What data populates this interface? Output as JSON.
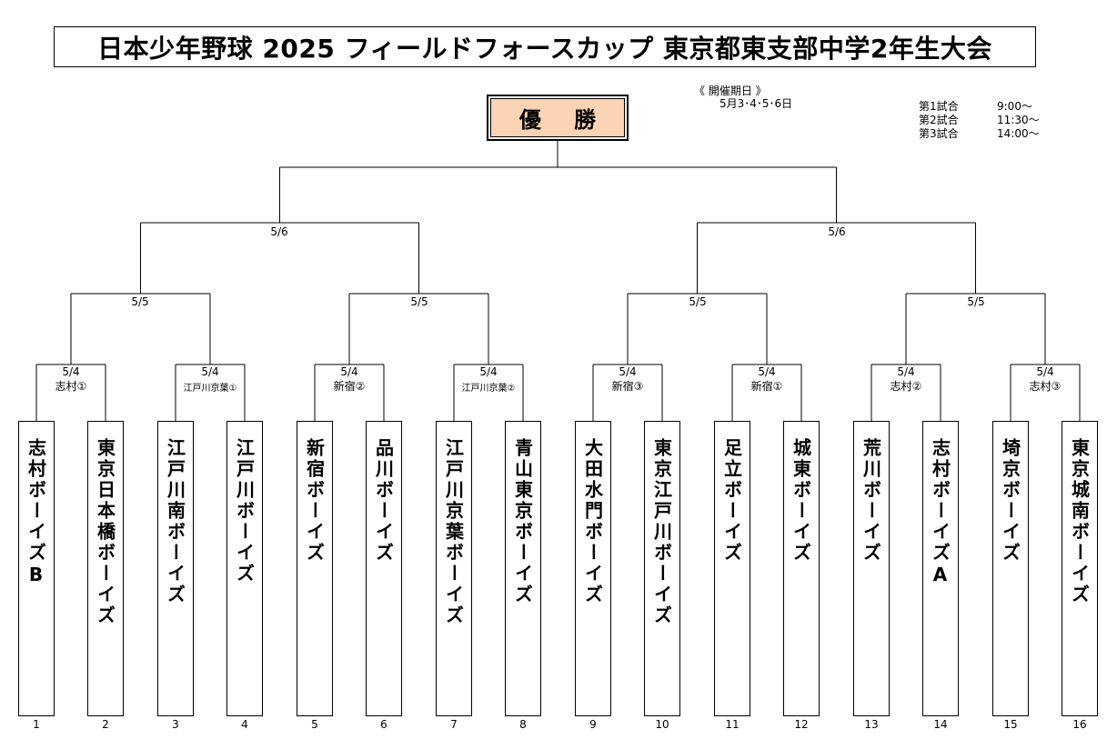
{
  "title": "日本少年野球 2025 フィールドフォースカップ 東京都東支部中学2年生大会",
  "champion_label": "優 勝",
  "period": {
    "label": "《 開催期日 》",
    "dates": "5月3･4･5･6日"
  },
  "schedule": [
    {
      "label": "第1試合",
      "time": "9:00～"
    },
    {
      "label": "第2試合",
      "time": "11:30～"
    },
    {
      "label": "第3試合",
      "time": "14:00～"
    }
  ],
  "semifinal_dates": [
    "5/6",
    "5/6"
  ],
  "quarterfinal_dates": [
    "5/5",
    "5/5",
    "5/5",
    "5/5"
  ],
  "first_round": [
    {
      "date": "5/4",
      "venue": "志村①"
    },
    {
      "date": "5/4",
      "venue": "江戸川京葉①"
    },
    {
      "date": "5/4",
      "venue": "新宿②"
    },
    {
      "date": "5/4",
      "venue": "江戸川京葉②"
    },
    {
      "date": "5/4",
      "venue": "新宿③"
    },
    {
      "date": "5/4",
      "venue": "新宿①"
    },
    {
      "date": "5/4",
      "venue": "志村②"
    },
    {
      "date": "5/4",
      "venue": "志村③"
    }
  ],
  "teams": [
    {
      "num": "1",
      "name": "志村ボーイズB"
    },
    {
      "num": "2",
      "name": "東京日本橋ボーイズ"
    },
    {
      "num": "3",
      "name": "江戸川南ボーイズ"
    },
    {
      "num": "4",
      "name": "江戸川ボーイズ"
    },
    {
      "num": "5",
      "name": "新宿ボーイズ"
    },
    {
      "num": "6",
      "name": "品川ボーイズ"
    },
    {
      "num": "7",
      "name": "江戸川京葉ボーイズ"
    },
    {
      "num": "8",
      "name": "青山東京ボーイズ"
    },
    {
      "num": "9",
      "name": "大田水門ボーイズ"
    },
    {
      "num": "10",
      "name": "東京江戸川ボーイズ"
    },
    {
      "num": "11",
      "name": "足立ボーイズ"
    },
    {
      "num": "12",
      "name": "城東ボーイズ"
    },
    {
      "num": "13",
      "name": "荒川ボーイズ"
    },
    {
      "num": "14",
      "name": "志村ボーイズA"
    },
    {
      "num": "15",
      "name": "埼京ボーイズ"
    },
    {
      "num": "16",
      "name": "東京城南ボーイズ"
    }
  ],
  "colors": {
    "champion_fill": "#fbd4b4",
    "line": "#000000"
  }
}
